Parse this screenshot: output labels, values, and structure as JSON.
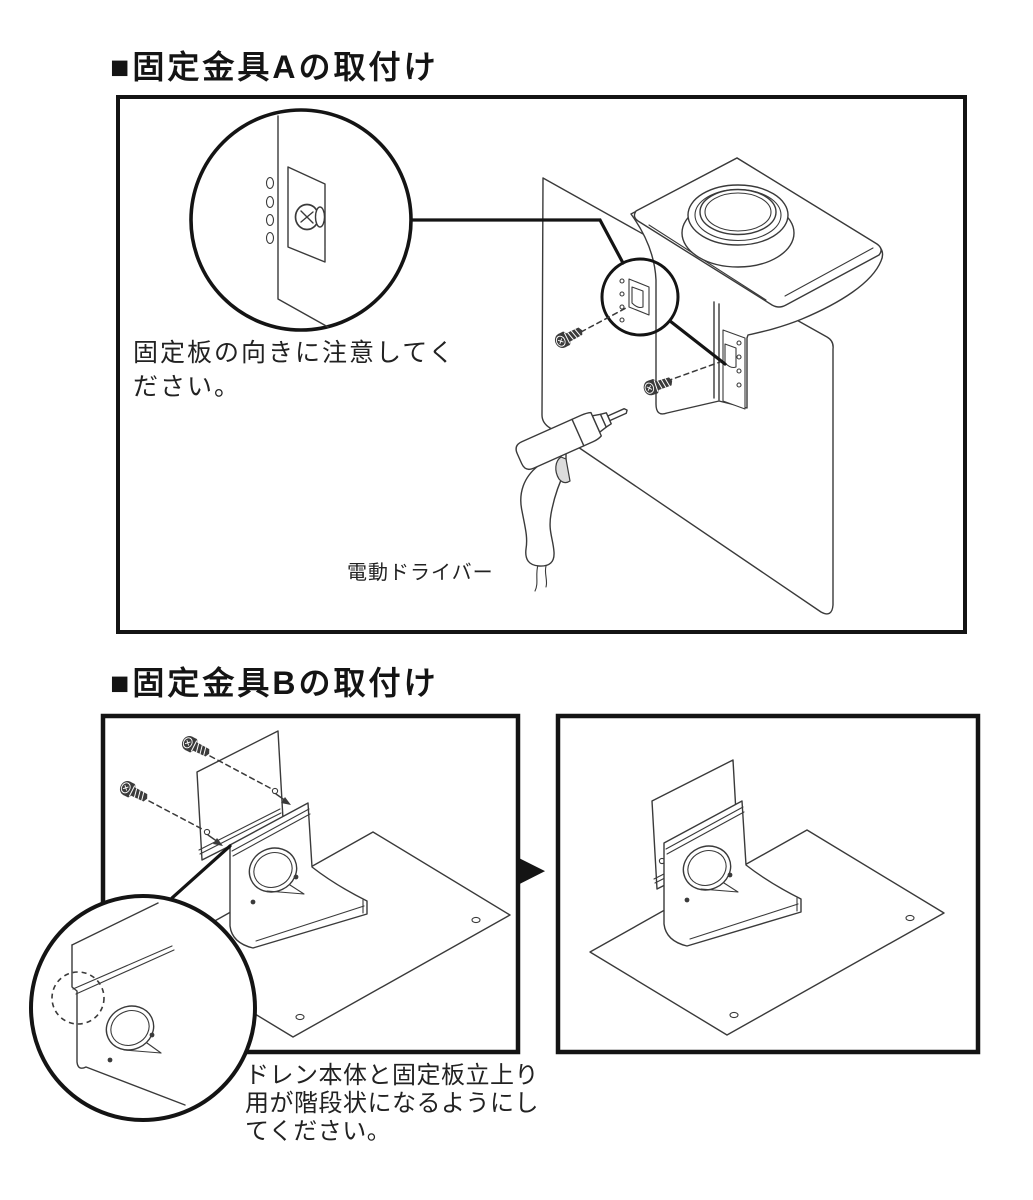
{
  "colors": {
    "background": "#ffffff",
    "line": "#3a3a3a",
    "heavy": "#141414",
    "screw": "#3b3b3b",
    "text": "#111111"
  },
  "section_a": {
    "heading": "■固定金具Aの取付け",
    "note": {
      "line1": "固定板の向きに注意してく",
      "line2": "ださい。"
    },
    "tool_label": "電動ドライバー"
  },
  "section_b": {
    "heading": "■固定金具Bの取付け",
    "arrow_icon": "▶",
    "note": {
      "line1": "ドレン本体と固定板立上り",
      "line2": "用が階段状になるようにし",
      "line3": "てください。"
    }
  }
}
